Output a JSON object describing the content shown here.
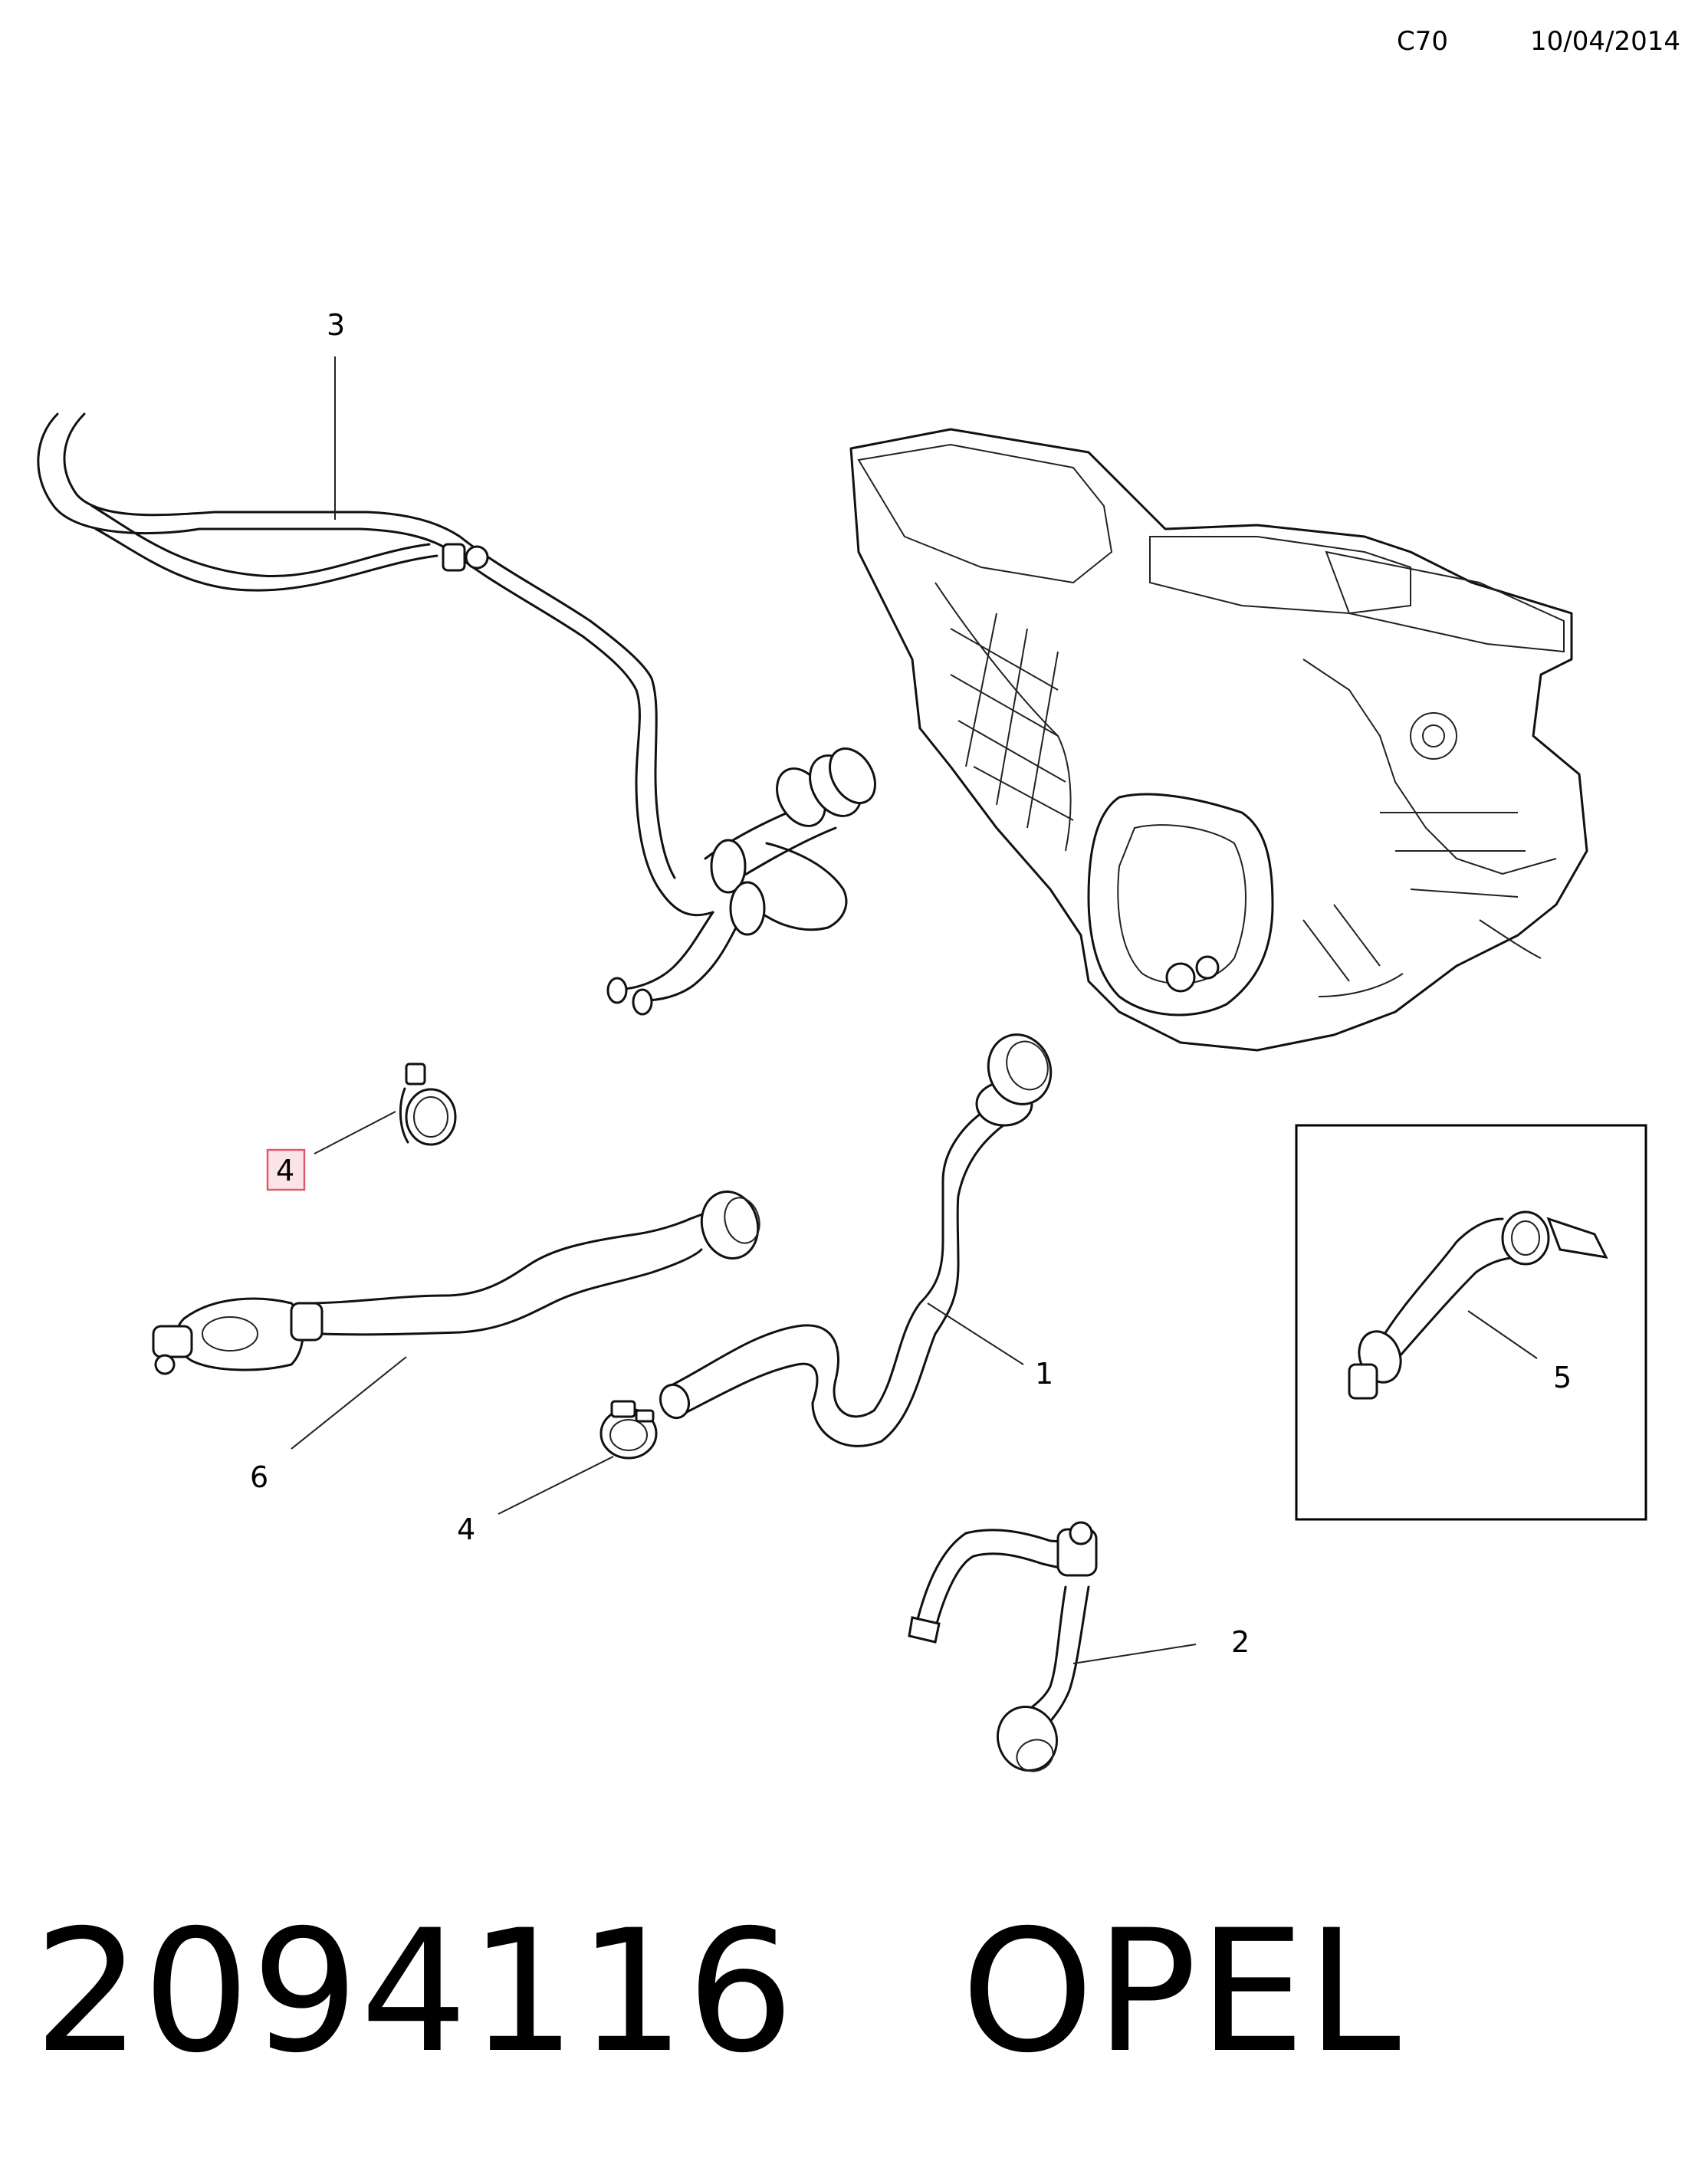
{
  "header": {
    "code": "C70",
    "date": "10/04/2014"
  },
  "callouts": {
    "part1": "1",
    "part2": "2",
    "part3": "3",
    "part4a": "4",
    "part4b": "4",
    "part5": "5",
    "part6": "6"
  },
  "highlight_color": "#e05a6a",
  "footer": {
    "part_number": "2094116",
    "brand": "OPEL"
  }
}
